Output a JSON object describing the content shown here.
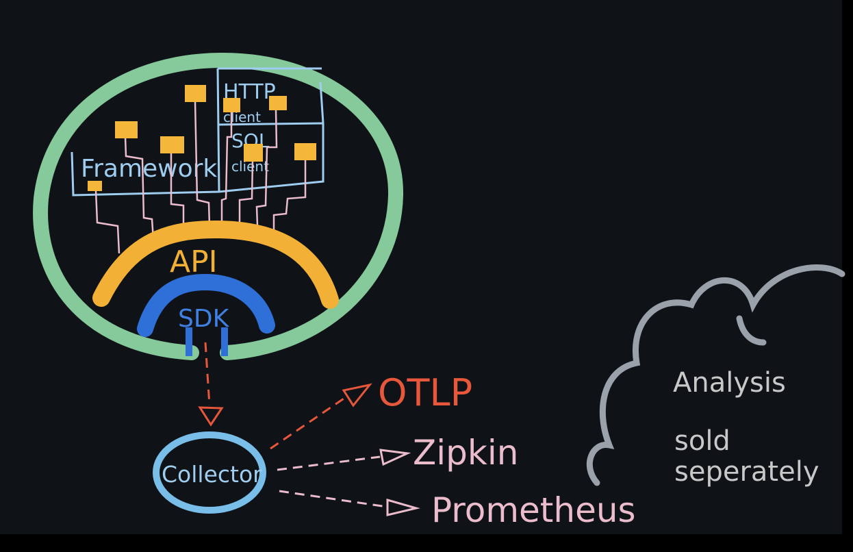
{
  "diagram": {
    "app_box": {
      "framework_label": "Framework",
      "http_label": "HTTP",
      "http_sub": "client",
      "sql_label": "SQL",
      "sql_sub": "client"
    },
    "api_label": "API",
    "sdk_label": "SDK",
    "collector_label": "Collector",
    "exporters": [
      {
        "label": "OTLP",
        "color": "#e6573b"
      },
      {
        "label": "Zipkin",
        "color": "#ebbccb"
      },
      {
        "label": "Prometheus",
        "color": "#ebbccb"
      }
    ],
    "cloud": {
      "line1": "Analysis",
      "line2": "sold",
      "line3": "seperately"
    },
    "colors": {
      "background": "#0f1317",
      "process_ring": "#86c99b",
      "api_arc": "#f2b136",
      "sdk_arc": "#2f6fd8",
      "collector_ring": "#79bde9",
      "boxes": "#9fcdf0",
      "wires": "#ebbccb",
      "instrumentation": "#f5b73a",
      "cloud": "#9aa1aa"
    }
  }
}
